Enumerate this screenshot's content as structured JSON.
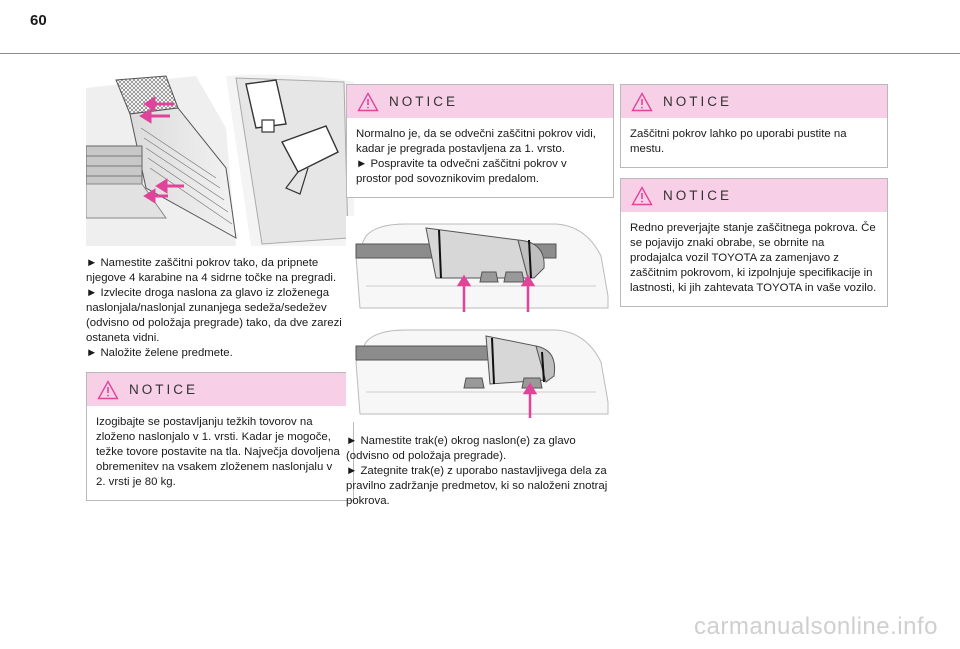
{
  "page": {
    "number": "60"
  },
  "col1": {
    "instructions": [
      "► Namestite zaščitni pokrov tako, da pripnete njegove 4 karabine na 4 sidrne točke na pregradi.",
      "► Izvlecite droga naslona za glavo iz zloženega naslonjala/naslonjal zunanjega sedeža/sedežev (odvisno od položaja pregrade) tako, da dve zarezi ostaneta vidni.",
      "► Naložite želene predmete."
    ],
    "notice": {
      "title": "NOTICE",
      "text": "Izogibajte se postavljanju težkih tovorov na zloženo naslonjalo v 1. vrsti. Kadar je mogoče, težke tovore postavite na tla. Največja dovoljena obremenitev na vsakem zloženem naslonjalu v 2. vrsti je 80 kg."
    }
  },
  "col2": {
    "notice": {
      "title": "NOTICE",
      "lines": [
        "Normalno je, da se odvečni zaščitni pokrov vidi, kadar je pregrada postavljena za 1. vrsto.",
        "► Pospravite ta odvečni zaščitni pokrov v prostor pod sovoznikovim predalom."
      ]
    },
    "instructions": [
      "► Namestite trak(e) okrog naslon(e) za glavo (odvisno od položaja pregrade).",
      "► Zategnite trak(e) z uporabo nastavljivega dela za pravilno zadržanje predmetov, ki so naloženi znotraj pokrova."
    ]
  },
  "col3": {
    "notices": [
      {
        "title": "NOTICE",
        "text": "Zaščitni pokrov lahko po uporabi pustite na mestu."
      },
      {
        "title": "NOTICE",
        "text": "Redno preverjajte stanje zaščitnega pokrova. Če se pojavijo znaki obrabe, se obrnite na prodajalca vozil TOYOTA za zamenjavo z zaščitnim pokrovom, ki izpolnjuje specifikacije in lastnosti, ki jih zahtevata TOYOTA in vaše vozilo."
      }
    ]
  },
  "icons": {
    "notice": "warning-triangle-icon",
    "arrow": "pink-arrow-icon"
  },
  "colors": {
    "notice_header": "#f7cfe6",
    "arrow": "#e0449a",
    "border": "#b9b9b9"
  },
  "watermark": "carmanualsonline.info"
}
